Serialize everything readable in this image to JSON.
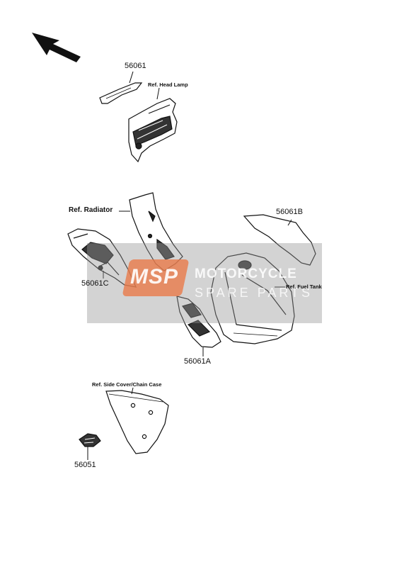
{
  "labels": {
    "p56061": "56061",
    "ref_head_lamp": "Ref. Head Lamp",
    "ref_radiator": "Ref. Radiator",
    "p56061B": "56061B",
    "p56061C": "56061C",
    "ref_fuel_tank": "Ref. Fuel Tank",
    "p56061A": "56061A",
    "ref_side_cover": "Ref. Side Cover/Chain Case",
    "p56051": "56051"
  },
  "watermark": {
    "logo": "MSP",
    "line1": "MOTORCYCLE",
    "line2": "SPARE PARTS",
    "logo_color": "#eb7846"
  },
  "icons": {
    "front_arrow": "arrow-up-left-icon"
  }
}
